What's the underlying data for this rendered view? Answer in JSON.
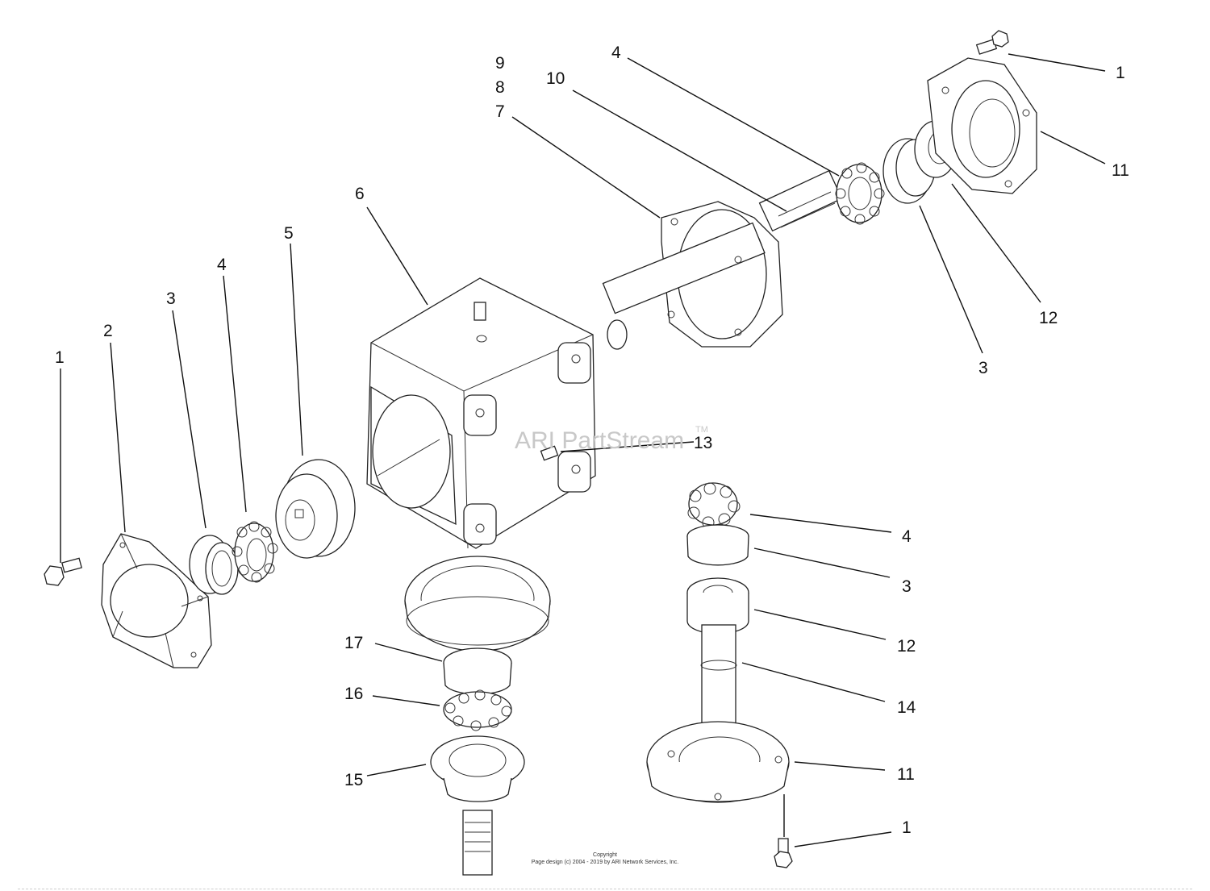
{
  "watermark": "ARI PartStream",
  "watermark_tm": "TM",
  "copyright": {
    "line1": "Copyright",
    "line2": "Page design (c) 2004 - 2019 by ARI Network Services, Inc."
  },
  "callouts": {
    "c1_left": "1",
    "c2_left": "2",
    "c3_left": "3",
    "c4_left": "4",
    "c5_left": "5",
    "c6": "6",
    "c9": "9",
    "c8": "8",
    "c7": "7",
    "c10": "10",
    "c4_top": "4",
    "c1_top": "1",
    "c11_top": "11",
    "c12_top": "12",
    "c3_top": "3",
    "c13": "13",
    "c4_right": "4",
    "c3_right": "3",
    "c12_right": "12",
    "c14": "14",
    "c11_right": "11",
    "c1_right": "1",
    "c17": "17",
    "c16": "16",
    "c15": "15"
  }
}
